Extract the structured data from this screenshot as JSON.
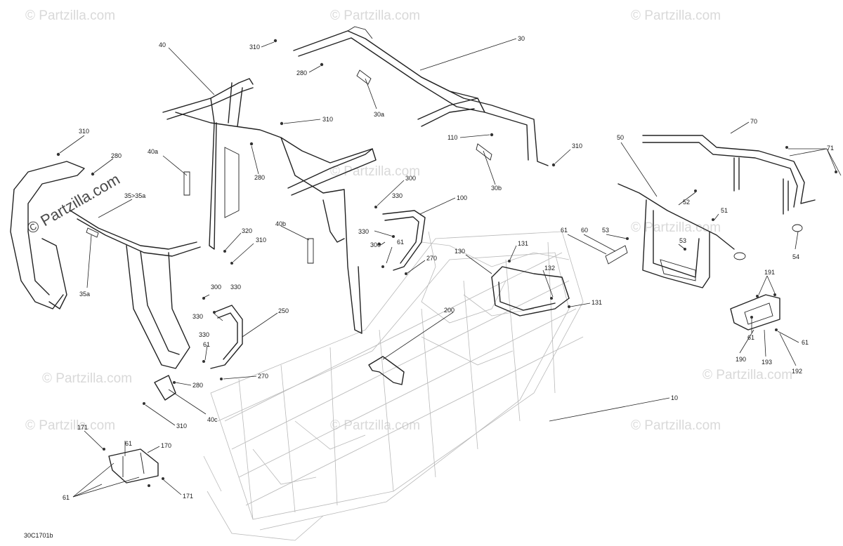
{
  "watermark": {
    "text": "© Partzilla.com",
    "strong_text": "© Partzilla.com"
  },
  "diagram_code": "30C1701b",
  "callouts": {
    "c30": "30",
    "c310_top": "310",
    "c280_top": "280",
    "c30a": "30a",
    "c40": "40",
    "c310_mid": "310",
    "c280_mid": "280",
    "c110": "110",
    "c310_right": "310",
    "c30b": "30b",
    "c310_left": "310",
    "c280_left": "280",
    "c40a": "40a",
    "c35": "35>35a",
    "c35a": "35a",
    "c300_a": "300",
    "c330_a": "330",
    "c100": "100",
    "c330_b": "330",
    "c300_b": "300",
    "c61_a": "61",
    "c270_a": "270",
    "c40b": "40b",
    "c320": "320",
    "c310_b": "310",
    "c130": "130",
    "c131_a": "131",
    "c132": "132",
    "c131_b": "131",
    "c300_c": "300",
    "c330_c": "330",
    "c330_d": "330",
    "c330_e": "330",
    "c250": "250",
    "c61_b": "61",
    "c270_b": "270",
    "c200": "200",
    "c280_c": "280",
    "c40c": "40c",
    "c310_c": "310",
    "c10": "10",
    "c171_a": "171",
    "c61_c": "61",
    "c170": "170",
    "c61_d": "61",
    "c171_b": "171",
    "c50": "50",
    "c70": "70",
    "c71": "71",
    "c61_e": "61",
    "c60": "60",
    "c53_a": "53",
    "c52": "52",
    "c51": "51",
    "c53_b": "53",
    "c54": "54",
    "c191": "191",
    "c190": "190",
    "c61_f": "61",
    "c193": "193",
    "c61_g": "61",
    "c192": "192"
  }
}
